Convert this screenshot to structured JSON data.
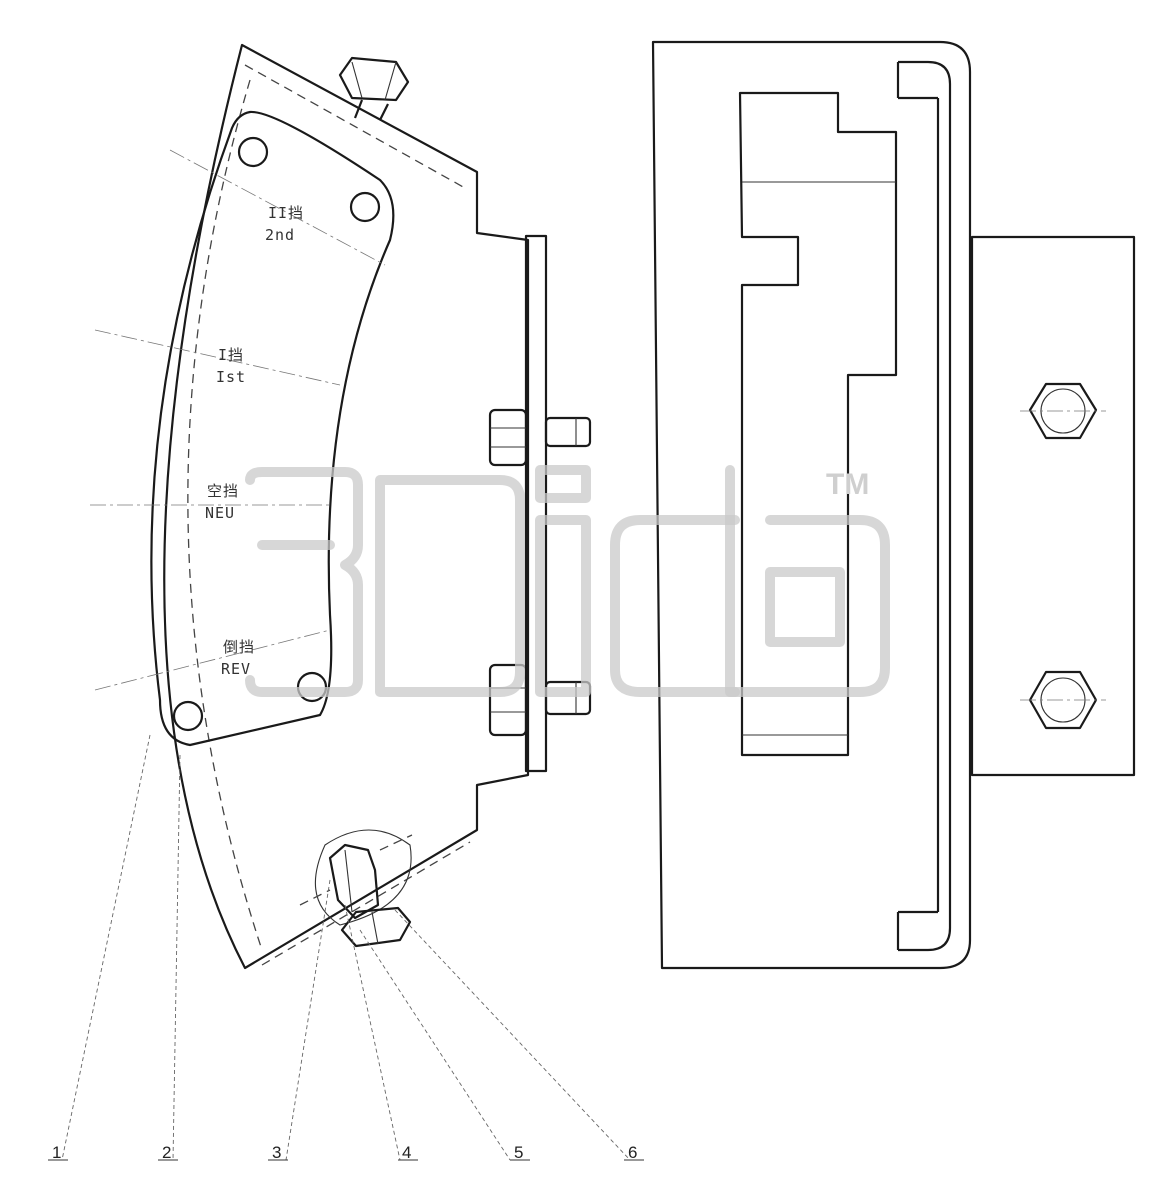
{
  "gear_positions": [
    {
      "cn": "II挡",
      "en": "2nd"
    },
    {
      "cn": "I挡",
      "en": "Ist"
    },
    {
      "cn": "空挡",
      "en": "NEU"
    },
    {
      "cn": "倒挡",
      "en": "REV"
    }
  ],
  "callouts": [
    "1",
    "2",
    "3",
    "4",
    "5",
    "6"
  ],
  "watermark": {
    "text": "3Dicb",
    "trademark": "TM"
  }
}
